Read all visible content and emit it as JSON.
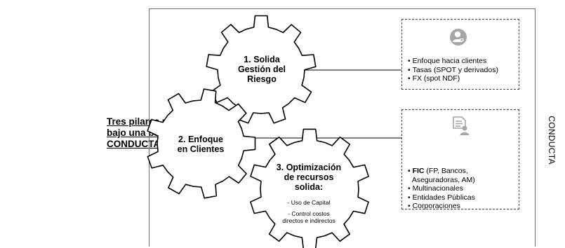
{
  "left_title": {
    "lines": [
      "Tres pilares principales",
      "bajo una base sólida:",
      "CONDUCTA"
    ]
  },
  "side_label": "CONDUCTA",
  "gears": [
    {
      "title_lines": [
        "1. Solida",
        "Gestión del",
        "Riesgo"
      ],
      "sub_lines": []
    },
    {
      "title_lines": [
        "2. Enfoque",
        "en Clientes"
      ],
      "sub_lines": []
    },
    {
      "title_lines": [
        "3. Optimización",
        "de recursos",
        "solida:"
      ],
      "sub_lines": [
        "- Uso de Capital",
        "- Control costos",
        "directos e indirectos"
      ]
    }
  ],
  "boxes": [
    {
      "icon": "person-icon",
      "items": [
        "Enfoque hacia clientes",
        "Tasas (SPOT y derivados)",
        "FX (spot  NDF)"
      ]
    },
    {
      "icon": "document-person-icon",
      "items": [
        {
          "bold": "FIC",
          "rest": " (FP, Bancos,"
        },
        "Aseguradoras, AM)",
        "Multinacionales",
        "Entidades Públicas",
        "Corporaciones"
      ]
    }
  ],
  "colors": {
    "icon_fill": "#a6a6a6",
    "border": "#444444",
    "frame": "#6e6e6e"
  }
}
